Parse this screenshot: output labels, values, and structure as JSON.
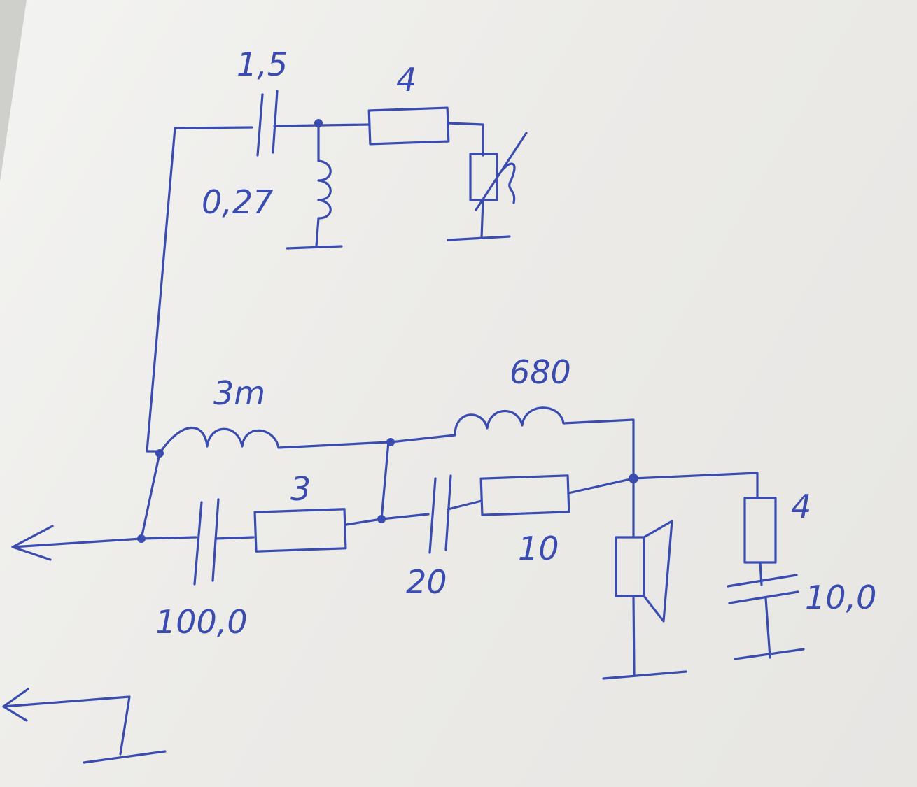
{
  "labels": {
    "c_top": "1,5",
    "r_top": "4",
    "l_top": "0,27",
    "l_main": "3m",
    "l_680": "680",
    "r_3": "3",
    "c_20": "20",
    "r_10": "10",
    "c_100": "100,0",
    "r_right": "4",
    "c_right": "10,0"
  },
  "colors": {
    "ink": "#3b4cb0",
    "paper": "#efeeeb"
  }
}
